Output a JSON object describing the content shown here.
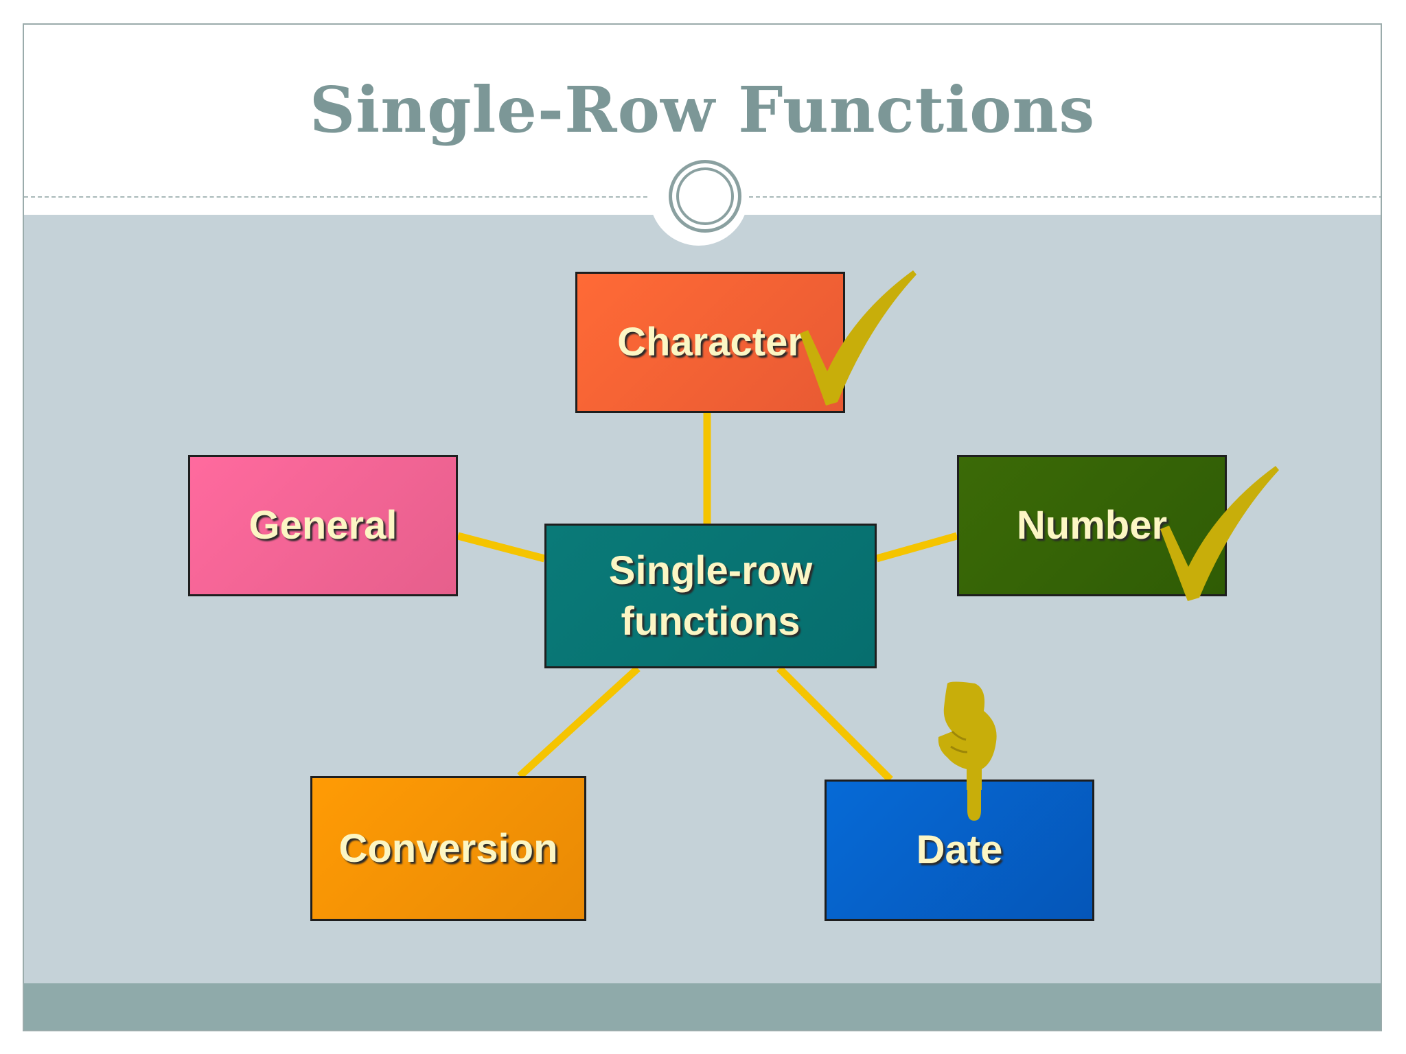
{
  "slide": {
    "title": "Single-Row Functions"
  },
  "diagram": {
    "center": {
      "label": "Single-row functions",
      "color": "#087474"
    },
    "nodes": [
      {
        "id": "character",
        "label": "Character",
        "color": "#f2632f",
        "checked": true
      },
      {
        "id": "general",
        "label": "General",
        "color": "#f4689a",
        "checked": false
      },
      {
        "id": "number",
        "label": "Number",
        "color": "#356307",
        "checked": true
      },
      {
        "id": "conversion",
        "label": "Conversion",
        "color": "#f49505",
        "checked": false
      },
      {
        "id": "date",
        "label": "Date",
        "color": "#0561c8",
        "checked": false,
        "pointed_at": true
      }
    ],
    "connector_color": "#f5c400",
    "mark_color": "#c8ae0a",
    "icons": [
      "checkmark-icon",
      "pointing-hand-icon"
    ]
  },
  "theme": {
    "background_panel": "#c5d2d8",
    "footer_band": "#8faaaa",
    "title_color": "#7c9797"
  }
}
